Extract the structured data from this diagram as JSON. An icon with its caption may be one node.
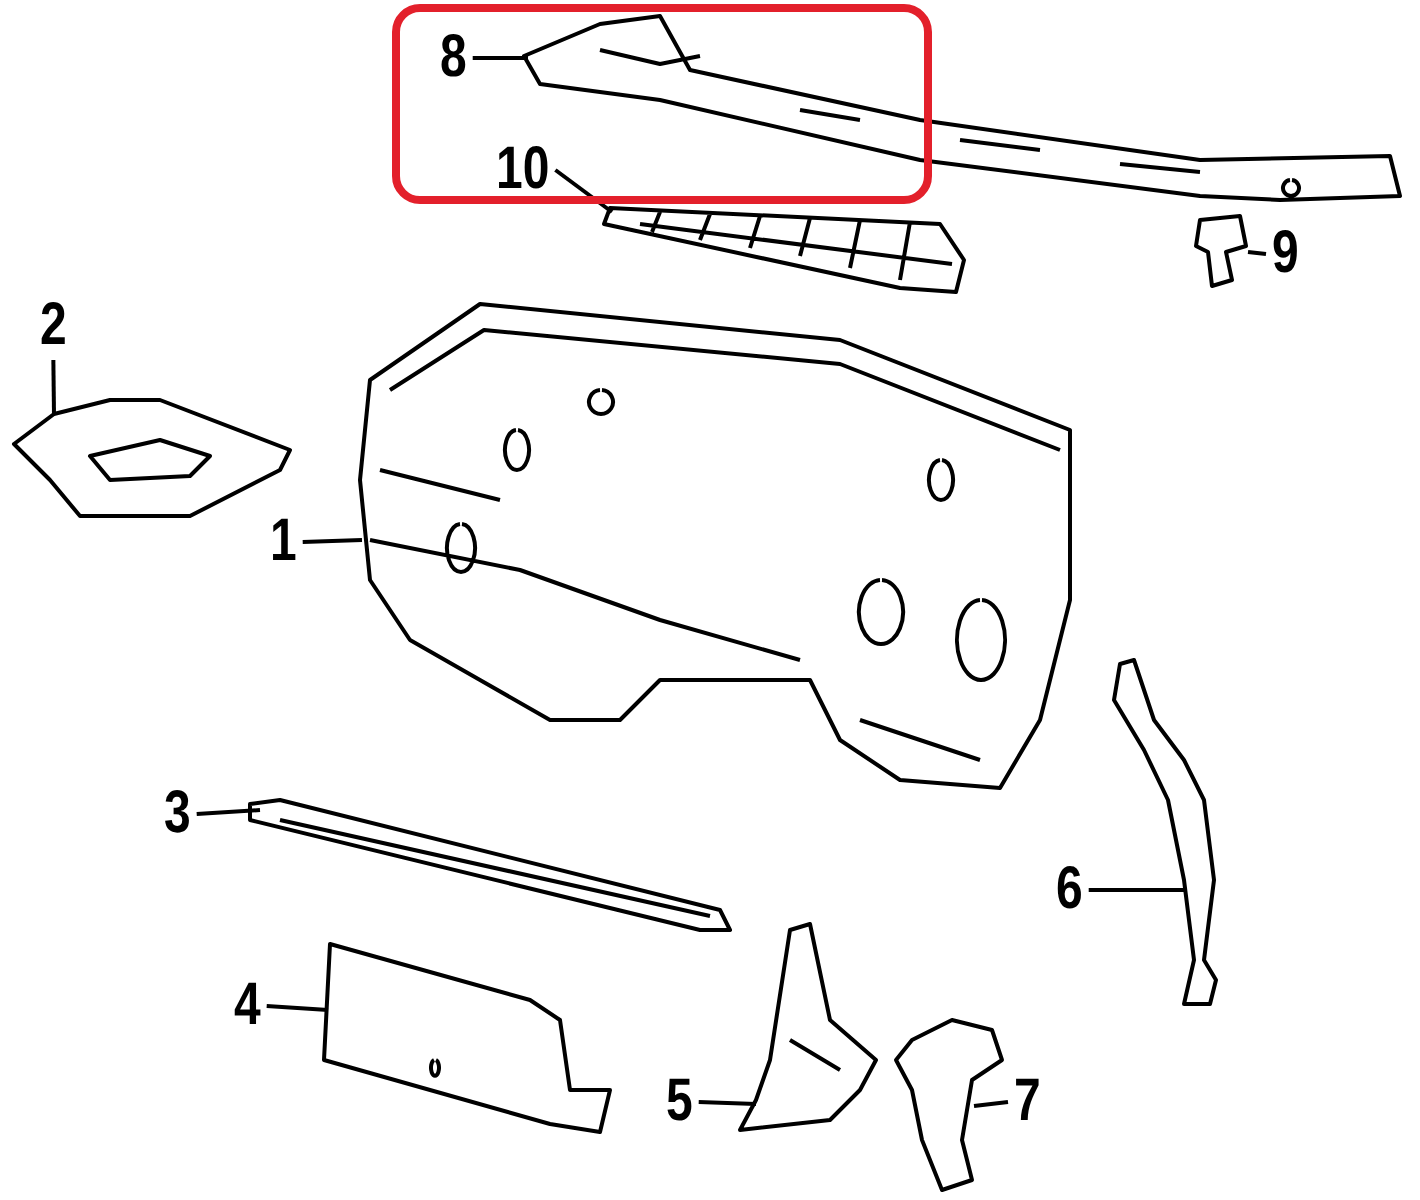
{
  "diagram": {
    "nodes": [
      {
        "text": [],
        "shape": "box"
      },
      {
        "text": [
          "8"
        ],
        "in": 0
      },
      {
        "text": [
          "10"
        ],
        "in": 0
      },
      {
        "text": [
          "2"
        ]
      },
      {
        "text": [
          "9"
        ]
      },
      {
        "text": [
          "1"
        ]
      },
      {
        "text": [
          "3"
        ]
      },
      {
        "text": [
          "4"
        ]
      },
      {
        "text": [
          "6"
        ]
      },
      {
        "text": [
          "5"
        ]
      },
      {
        "text": [
          "7"
        ]
      },
      {
        "text": [],
        "shape": "picture"
      },
      {
        "text": [],
        "shape": "picture"
      },
      {
        "text": [],
        "shape": "picture"
      },
      {
        "text": [],
        "shape": "picture"
      },
      {
        "text": [],
        "shape": "picture"
      },
      {
        "text": [],
        "shape": "picture"
      },
      {
        "text": [],
        "shape": "picture"
      },
      {
        "text": [],
        "shape": "picture"
      },
      {
        "text": [],
        "shape": "picture"
      },
      {
        "text": [],
        "shape": "picture"
      }
    ],
    "edges": [
      {
        "from": 1,
        "to": 11,
        "arrow": "none"
      },
      {
        "from": 2,
        "to": 12,
        "arrow": "none"
      },
      {
        "from": 3,
        "to": 13,
        "arrow": "none"
      },
      {
        "from": 4,
        "to": 14,
        "arrow": "none"
      },
      {
        "from": 5,
        "to": 15,
        "arrow": "none"
      },
      {
        "from": 6,
        "to": 16,
        "arrow": "none"
      },
      {
        "from": 7,
        "to": 17,
        "arrow": "none"
      },
      {
        "from": 8,
        "to": 18,
        "arrow": "none"
      },
      {
        "from": 9,
        "to": 19,
        "arrow": "none"
      },
      {
        "from": 10,
        "to": 20,
        "arrow": "none"
      }
    ]
  }
}
